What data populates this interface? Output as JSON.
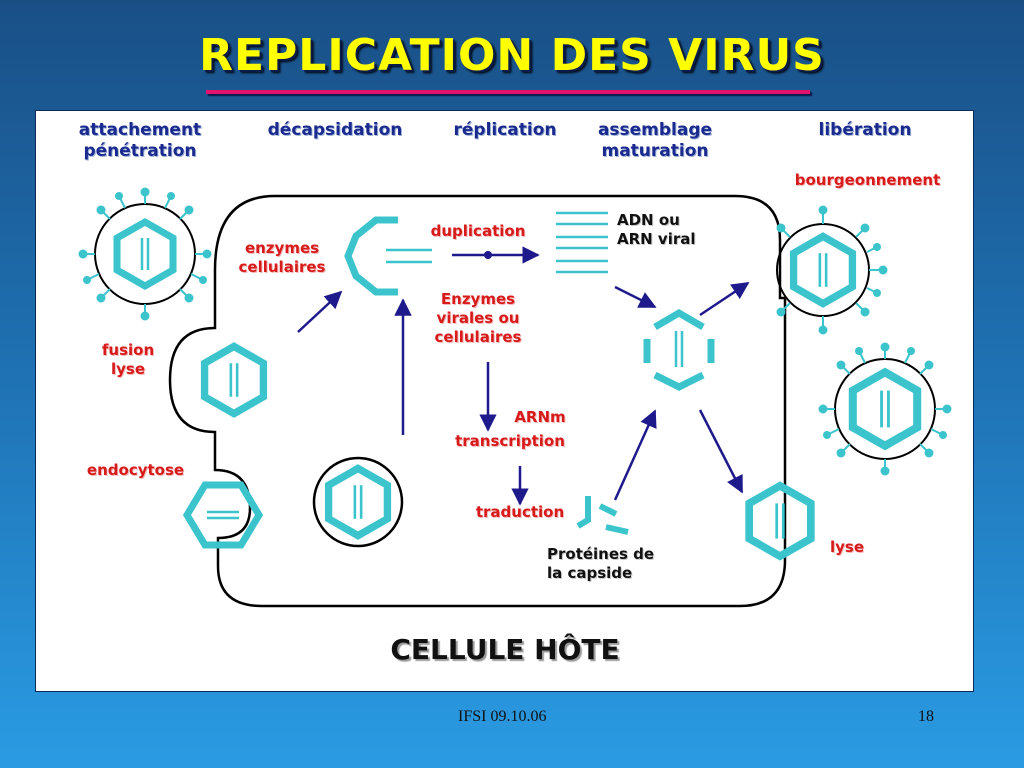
{
  "slide": {
    "title": "REPLICATION DES VIRUS",
    "footer_center": "IFSI 09.10.06",
    "page_number": "18"
  },
  "diagram": {
    "stages": {
      "attachement": "attachement",
      "penetration": "pénétration",
      "decapsidation": "décapsidation",
      "replication": "réplication",
      "assemblage": "assemblage",
      "maturation": "maturation",
      "liberation": "libération"
    },
    "labels": {
      "bourgeonnement": "bourgeonnement",
      "fusion": "fusion",
      "lyse_left": "lyse",
      "endocytose": "endocytose",
      "enzymes_line1": "enzymes",
      "enzymes_line2": "cellulaires",
      "duplication": "duplication",
      "enzymes_virales_1": "Enzymes",
      "enzymes_virales_2": "virales ou",
      "enzymes_virales_3": "cellulaires",
      "arnm": "ARNm",
      "transcription": "transcription",
      "traduction": "traduction",
      "adn_1": "ADN ou",
      "adn_2": "ARN viral",
      "proteines_1": "Protéines de",
      "proteines_2": "la capside",
      "lyse_right": "lyse",
      "cellule": "CELLULE HÔTE"
    },
    "colors": {
      "capsid": "#3cc4cc",
      "arrow": "#1f1a8c",
      "membrane": "#000000",
      "stage_text": "#1b2a8f",
      "event_text": "#d71a1a",
      "title": "#ffff00",
      "title_underline": "#e3126f"
    }
  }
}
